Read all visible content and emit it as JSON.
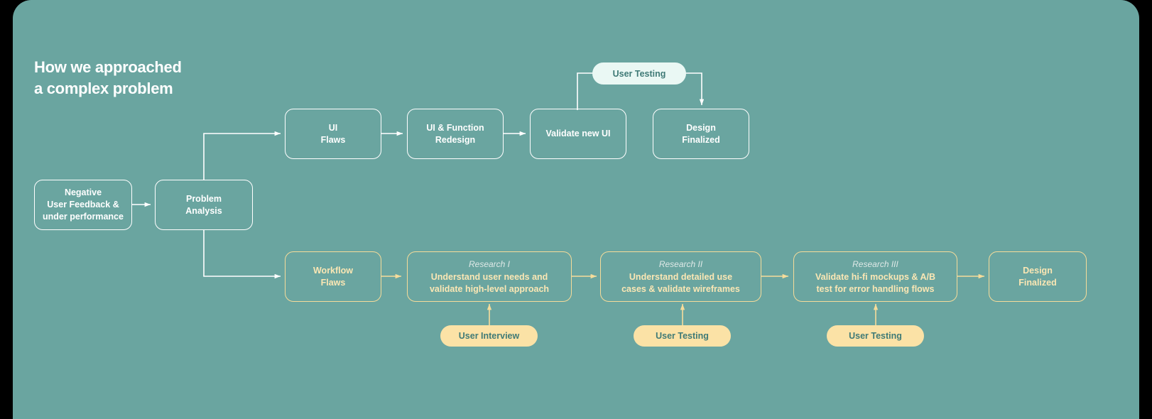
{
  "theme": {
    "page_background": "#000000",
    "card_background": "#6aa5a0",
    "white_stroke": "#ffffff",
    "yellow_stroke": "#f6dc9a",
    "yellow_fill": "#fbe2a6",
    "mint_fill": "#eaf8f4",
    "pill_text": "#3f7a76",
    "body_text_white": "#ffffff",
    "body_text_cream": "#fbe7b4",
    "sub_label_text": "#dfe9e7"
  },
  "title": {
    "line1": "How we approached",
    "line2": "a complex problem"
  },
  "nodes": {
    "negative_feedback": {
      "line1": "Negative",
      "line2": "User Feedback &",
      "line3": "under performance"
    },
    "problem_analysis": {
      "line1": "Problem",
      "line2": "Analysis"
    },
    "ui_flaws": {
      "line1": "UI",
      "line2": "Flaws"
    },
    "ui_function_redesign": {
      "line1": "UI & Function",
      "line2": "Redesign"
    },
    "validate_new_ui": {
      "line1": "Validate new UI"
    },
    "design_finalized_top": {
      "line1": "Design",
      "line2": "Finalized"
    },
    "workflow_flaws": {
      "line1": "Workflow",
      "line2": "Flaws"
    },
    "research_1": {
      "label": "Research I",
      "line1": "Understand user needs and",
      "line2": "validate high-level approach"
    },
    "research_2": {
      "label": "Research II",
      "line1": "Understand detailed use",
      "line2": "cases & validate wireframes"
    },
    "research_3": {
      "label": "Research III",
      "line1": "Validate hi-fi mockups & A/B",
      "line2": "test for error handling flows"
    },
    "design_finalized_bottom": {
      "line1": "Design",
      "line2": "Finalized"
    }
  },
  "pills": {
    "top_user_testing": "User Testing",
    "user_interview": "User Interview",
    "user_testing_2": "User Testing",
    "user_testing_3": "User Testing"
  }
}
